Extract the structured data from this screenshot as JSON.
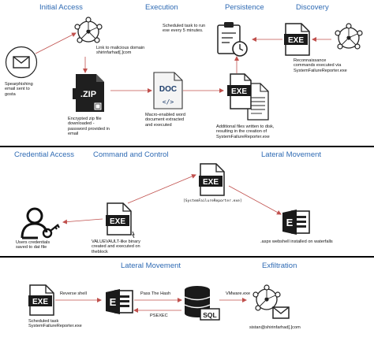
{
  "section1": {
    "headings": {
      "initial_access": "Initial Access",
      "execution": "Execution",
      "persistence": "Persistence",
      "discovery": "Discovery"
    },
    "captions": {
      "spearphishing": [
        "Spearphishing",
        "email sent to",
        "gosta"
      ],
      "malicious_link": [
        "Link to malicious domain",
        "shirinfarhad[.]com"
      ],
      "zip_download": [
        "Encrypted zip file",
        "downloaded -",
        "password provided in",
        "email"
      ],
      "macro_doc": [
        "Macro-enabled word",
        "document extracted",
        "and executed"
      ],
      "scheduled_task": [
        "Scheduled task to run",
        "exe every 5 minutes."
      ],
      "recon": [
        "Reconnaissance",
        "commands executed via",
        "SystemFailureReporter.exe"
      ],
      "additional_files": [
        "Additional files written to disk,",
        "resulting in the creation of",
        "SystemFailureReporter.exe"
      ]
    },
    "icon_labels": {
      "zip": ".ZIP",
      "doc": "DOC",
      "exe": "EXE"
    }
  },
  "section2": {
    "headings": {
      "credential_access": "Credential Access",
      "command_control": "Command and Control",
      "lateral_movement": "Lateral Movement"
    },
    "captions": {
      "reporter_file": "[SystemFailureReporter.exe]",
      "users_credentials": [
        "Users credentials",
        "saved to dat file"
      ],
      "valuevault": [
        "VALUEVAULT-like binary",
        "created and executed on",
        "theblock"
      ],
      "webshell": [
        ".aspx webshell installed on waterfalls"
      ]
    },
    "icon_labels": {
      "exe": "EXE",
      "exchange": "E"
    }
  },
  "section3": {
    "headings": {
      "lateral_movement": "Lateral Movement",
      "exfiltration": "Exfiltration"
    },
    "arrow_labels": {
      "reverse_shell": "Reverse shell",
      "pass_the_hash": "Pass The Hash",
      "psexec": "PSEXEC",
      "vmware": "VMware.exe"
    },
    "captions": {
      "scheduled_task": [
        "Scheduled task",
        "SystemFailureReporter.exe"
      ],
      "exfil_domain": [
        "sistan@shirinfarhad[.]com"
      ]
    },
    "icon_labels": {
      "exe": "EXE",
      "exchange": "E",
      "sql": "SQL"
    }
  },
  "colors": {
    "heading": "#2e6ab3",
    "arrow": "#c0504d",
    "icon_dark": "#1a1a1a"
  }
}
